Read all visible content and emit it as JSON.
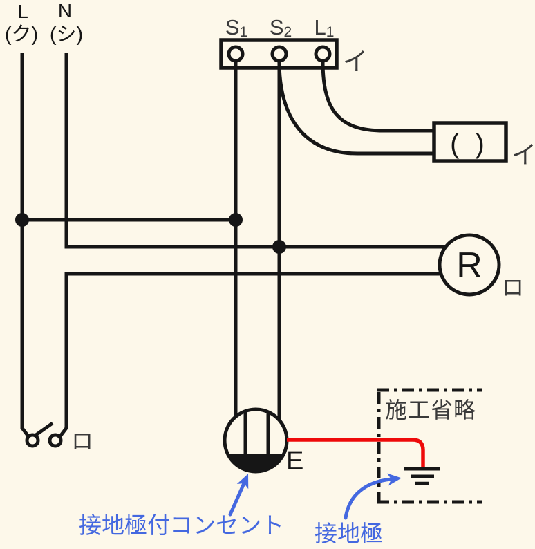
{
  "colors": {
    "background": "#FDF8EA",
    "wire": "#161616",
    "earth_wire": "#EE0A0A",
    "annotation": "#4468E0",
    "muted_label": "#3A3A3A",
    "text_dark": "#222222"
  },
  "source": {
    "l_label": "L",
    "l_wire_mark": "(ク)",
    "n_label": "N",
    "n_wire_mark": "(シ)"
  },
  "terminal_block": {
    "terminals": [
      {
        "base": "S",
        "sub": "1"
      },
      {
        "base": "S",
        "sub": "2"
      },
      {
        "base": "L",
        "sub": "1"
      }
    ],
    "circuit_mark": "イ"
  },
  "lamp": {
    "symbol": "( )",
    "circuit_mark": "イ"
  },
  "receptacle": {
    "label": "R",
    "circuit_mark": "ロ"
  },
  "switch": {
    "circuit_mark": "ロ"
  },
  "outlet": {
    "earth_terminal": "E"
  },
  "omission_box": {
    "label": "施工省略"
  },
  "annotations": {
    "outlet_callout": "接地極付コンセント",
    "earth_callout": "接地極"
  }
}
